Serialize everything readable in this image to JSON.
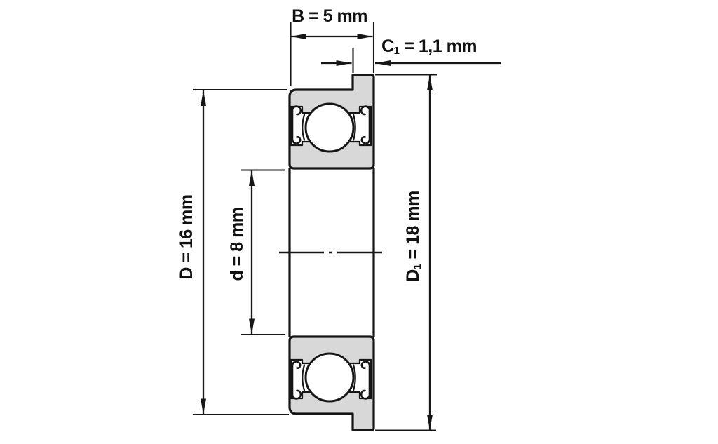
{
  "page": {
    "background": "#ffffff"
  },
  "drawing": {
    "line_color": "#161616",
    "ring_fill": "#d8d8d8",
    "labels": {
      "B": {
        "sym": "B",
        "sub": "",
        "rest": " = 5 mm",
        "value": "5 mm"
      },
      "C1": {
        "sym": "C",
        "sub": "1",
        "rest": " = 1,1 mm",
        "value": "1,1 mm"
      },
      "D": {
        "sym": "D",
        "sub": "",
        "rest": " = 16 mm",
        "value": "16 mm"
      },
      "d": {
        "sym": "d",
        "sub": "",
        "rest": " = 8 mm",
        "value": "8 mm"
      },
      "D1": {
        "sym": "D",
        "sub": "1",
        "rest": " = 18 mm",
        "value": "18 mm"
      }
    }
  }
}
